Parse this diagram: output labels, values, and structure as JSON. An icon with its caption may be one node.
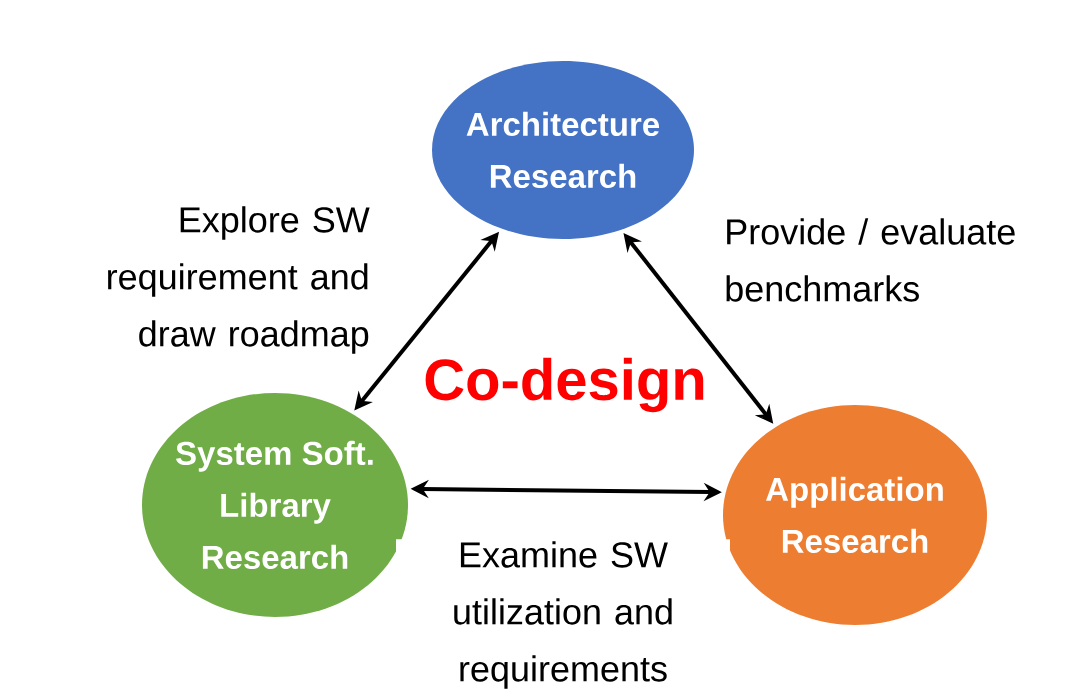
{
  "diagram": {
    "nodes": [
      {
        "text": [
          "Architecture Research"
        ]
      },
      {
        "text": [
          "System Soft. Library Research"
        ]
      },
      {
        "text": [
          "Application Research"
        ]
      }
    ],
    "edges": [
      {
        "from": 0,
        "to": 1,
        "arrow": "both",
        "label": "Explore SW requirement and draw roadmap"
      },
      {
        "from": 0,
        "to": 2,
        "arrow": "both",
        "label": "Provide / evaluate benchmarks"
      },
      {
        "from": 1,
        "to": 2,
        "arrow": "both",
        "label": "Examine SW utilization and requirements"
      }
    ],
    "labels": [
      "Co-design"
    ]
  }
}
